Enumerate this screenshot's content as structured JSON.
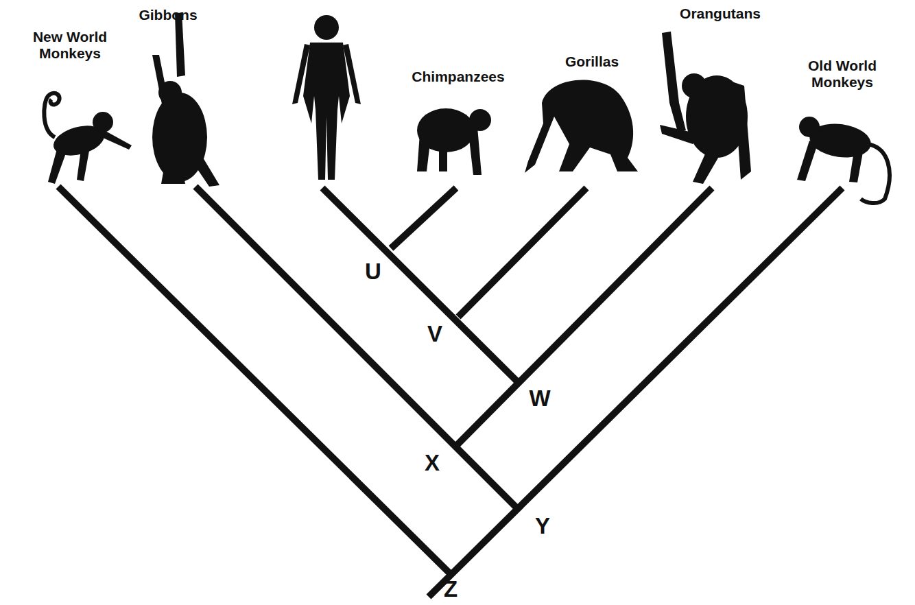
{
  "diagram": {
    "labels": [
      "New World Monkeys",
      "Gibbons",
      "Chimpanzees",
      "Gorillas",
      "Orangutans",
      "Old World Monkeys",
      "U",
      "V",
      "W",
      "X",
      "Y",
      "Z"
    ]
  }
}
